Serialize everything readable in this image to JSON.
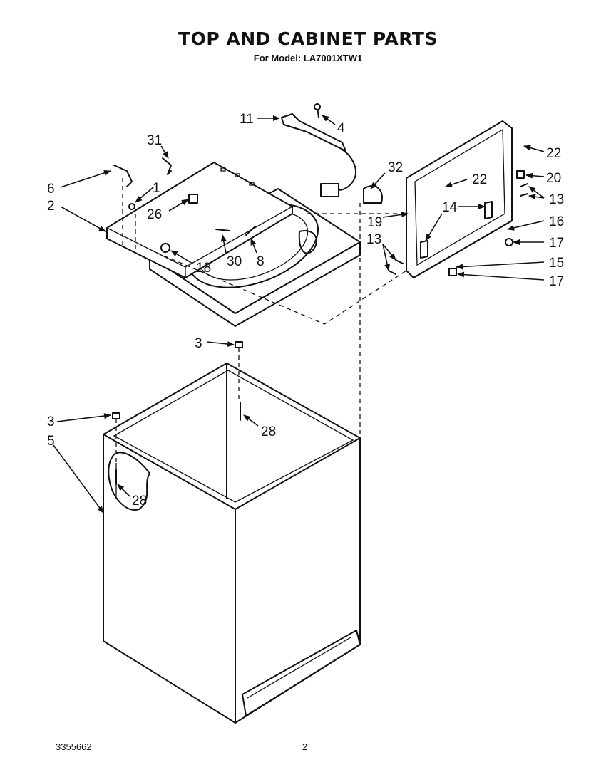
{
  "title": "TOP AND CABINET PARTS",
  "subtitle": "For Model: LA7001XTW1",
  "footer": {
    "doc_number": "3355662",
    "page_number": "2"
  },
  "callouts": {
    "c1": "1",
    "c2": "2",
    "c3a": "3",
    "c3b": "3",
    "c4": "4",
    "c5": "5",
    "c6": "6",
    "c8": "8",
    "c11": "11",
    "c13a": "13",
    "c13b": "13",
    "c14": "14",
    "c15": "15",
    "c16": "16",
    "c17a": "17",
    "c17b": "17",
    "c18": "18",
    "c19": "19",
    "c20": "20",
    "c22a": "22",
    "c22b": "22",
    "c26": "26",
    "c28a": "28",
    "c28b": "28",
    "c30": "30",
    "c31": "31",
    "c32": "32"
  }
}
